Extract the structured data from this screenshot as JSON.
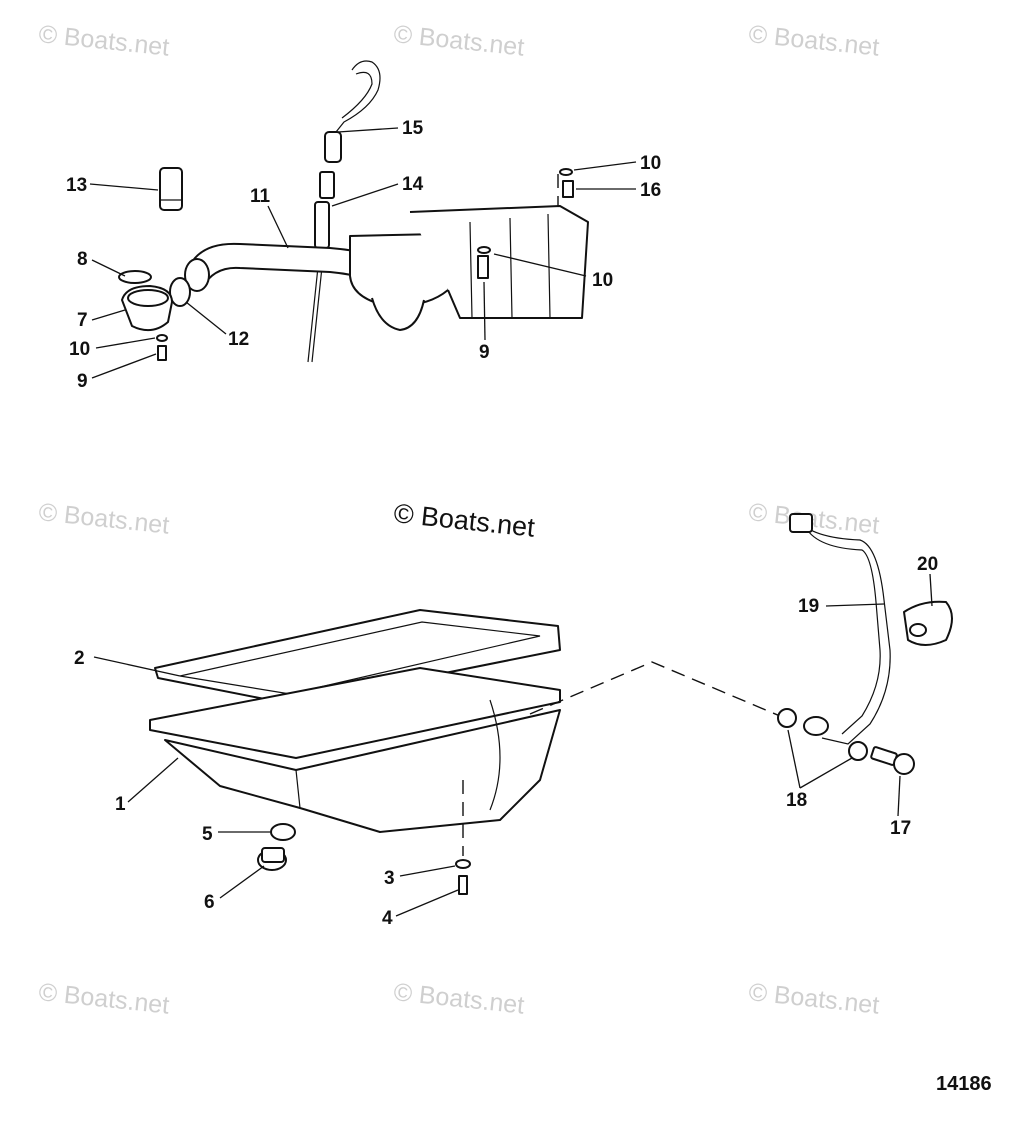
{
  "watermarks": {
    "faint": "© Boats.net",
    "main": "© Boats.net"
  },
  "figure_number": "14186",
  "callouts": {
    "c1": "1",
    "c2": "2",
    "c3": "3",
    "c4": "4",
    "c5": "5",
    "c6": "6",
    "c7": "7",
    "c8": "8",
    "c9a": "9",
    "c9b": "9",
    "c10a": "10",
    "c10b": "10",
    "c10c": "10",
    "c11": "11",
    "c12": "12",
    "c13": "13",
    "c14": "14",
    "c15": "15",
    "c16": "16",
    "c17": "17",
    "c18": "18",
    "c19": "19",
    "c20": "20"
  }
}
